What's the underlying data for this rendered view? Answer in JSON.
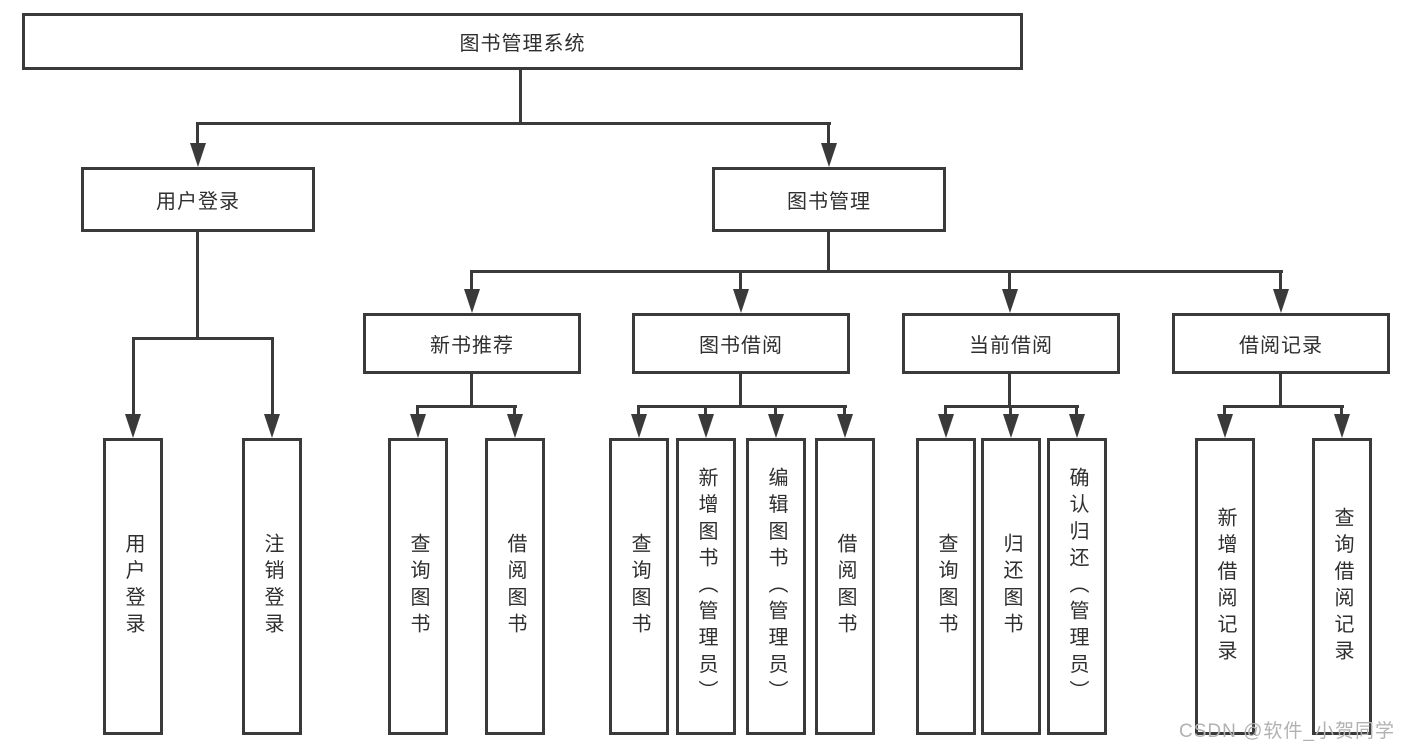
{
  "colors": {
    "line": "#3a3a3a",
    "text": "#2f2f2f",
    "watermark": "#b2b2b2",
    "background": "#ffffff"
  },
  "watermark": {
    "text": "CSDN @软件_小贺同学"
  },
  "tree": {
    "root": {
      "label": "图书管理系统"
    },
    "branches": [
      {
        "label": "用户登录",
        "children": [
          {
            "label": "用户登录"
          },
          {
            "label": "注销登录"
          }
        ]
      },
      {
        "label": "图书管理",
        "children": [
          {
            "label": "新书推荐",
            "children": [
              {
                "label": "查询图书"
              },
              {
                "label": "借阅图书"
              }
            ]
          },
          {
            "label": "图书借阅",
            "children": [
              {
                "label": "查询图书"
              },
              {
                "label": "新增图书（管理员）"
              },
              {
                "label": "编辑图书（管理员）"
              },
              {
                "label": "借阅图书"
              }
            ]
          },
          {
            "label": "当前借阅",
            "children": [
              {
                "label": "查询图书"
              },
              {
                "label": "归还图书"
              },
              {
                "label": "确认归还（管理员）"
              }
            ]
          },
          {
            "label": "借阅记录",
            "children": [
              {
                "label": "新增借阅记录"
              },
              {
                "label": "查询借阅记录"
              }
            ]
          }
        ]
      }
    ]
  }
}
